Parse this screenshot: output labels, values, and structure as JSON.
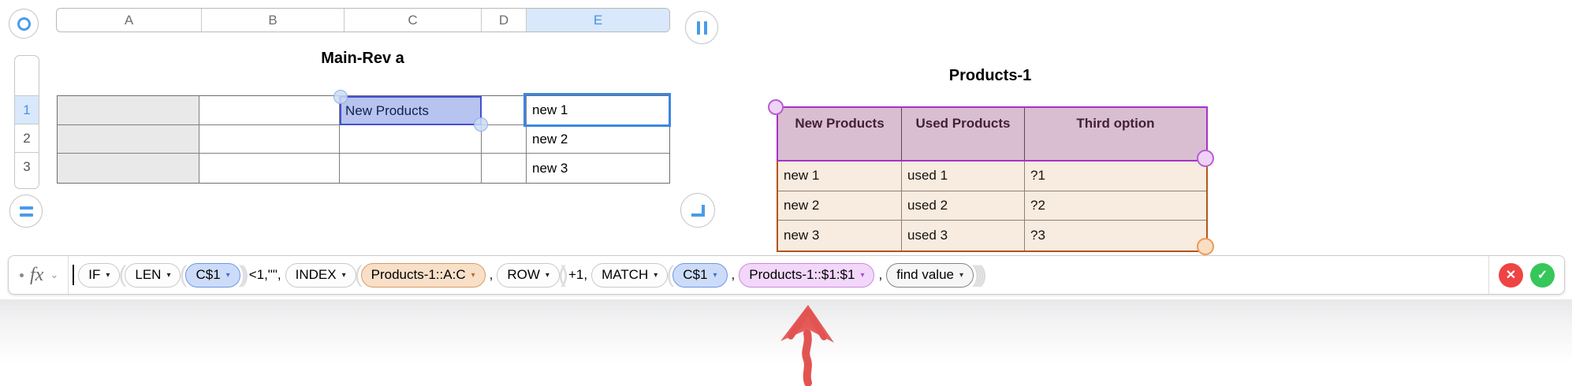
{
  "column_header": {
    "letters": [
      "A",
      "B",
      "C",
      "D",
      "E"
    ],
    "selected_letter": "E"
  },
  "row_header": {
    "numbers": [
      "1",
      "2",
      "3"
    ],
    "selected_number": "1"
  },
  "main_table": {
    "title": "Main-Rev a",
    "c1_value": "New Products",
    "e_values": [
      "new 1",
      "new 2",
      "new 3"
    ]
  },
  "products_table": {
    "title": "Products-1",
    "headers": [
      "New Products",
      "Used Products",
      "Third option"
    ],
    "rows": [
      [
        "new 1",
        "used 1",
        "?1"
      ],
      [
        "new 2",
        "used 2",
        "?2"
      ],
      [
        "new 3",
        "used 3",
        "?3"
      ]
    ]
  },
  "formula_bar": {
    "fx_label": "fx",
    "chevron": "⌄",
    "tokens": [
      {
        "type": "cursor",
        "label": ""
      },
      {
        "type": "fn",
        "label": "IF"
      },
      {
        "type": "paren",
        "label": "("
      },
      {
        "type": "fn",
        "label": "LEN"
      },
      {
        "type": "paren",
        "label": "("
      },
      {
        "type": "blue",
        "label": "C$1"
      },
      {
        "type": "paren",
        "label": ")"
      },
      {
        "type": "paren",
        "label": ")"
      },
      {
        "type": "text",
        "label": "<1,\"\","
      },
      {
        "type": "fn",
        "label": "INDEX"
      },
      {
        "type": "paren",
        "label": "("
      },
      {
        "type": "orange",
        "label": "Products-1::A:C"
      },
      {
        "type": "text",
        "label": ","
      },
      {
        "type": "fn",
        "label": "ROW"
      },
      {
        "type": "paren",
        "label": "("
      },
      {
        "type": "paren",
        "label": ")"
      },
      {
        "type": "text",
        "label": "+1,"
      },
      {
        "type": "fn",
        "label": "MATCH"
      },
      {
        "type": "paren",
        "label": "("
      },
      {
        "type": "blue",
        "label": "C$1"
      },
      {
        "type": "text",
        "label": ","
      },
      {
        "type": "pink",
        "label": "Products-1::$1:$1"
      },
      {
        "type": "text",
        "label": ","
      },
      {
        "type": "arg",
        "label": "find value"
      },
      {
        "type": "paren",
        "label": ")"
      },
      {
        "type": "paren",
        "label": ")"
      },
      {
        "type": "paren",
        "label": ")"
      },
      {
        "type": "paren",
        "label": ")"
      }
    ],
    "cancel_icon": "✕",
    "accept_icon": "✓"
  },
  "colors": {
    "accent_blue": "#4a90e2",
    "selection_fill": "#b6c4ef",
    "selection_border": "#4550cf",
    "edit_cell_border": "#3d86e2",
    "products_header_fill": "#d9bed1",
    "products_header_border": "#a632c8",
    "products_data_fill": "#f8ebdf",
    "products_data_border": "#b5551b",
    "token_blue": "#ccdcf8",
    "token_orange": "#f8dfc8",
    "token_pink": "#f2d7fa",
    "cancel_red": "#ee4444",
    "confirm_green": "#35c759",
    "arrow_red": "#e25451"
  }
}
